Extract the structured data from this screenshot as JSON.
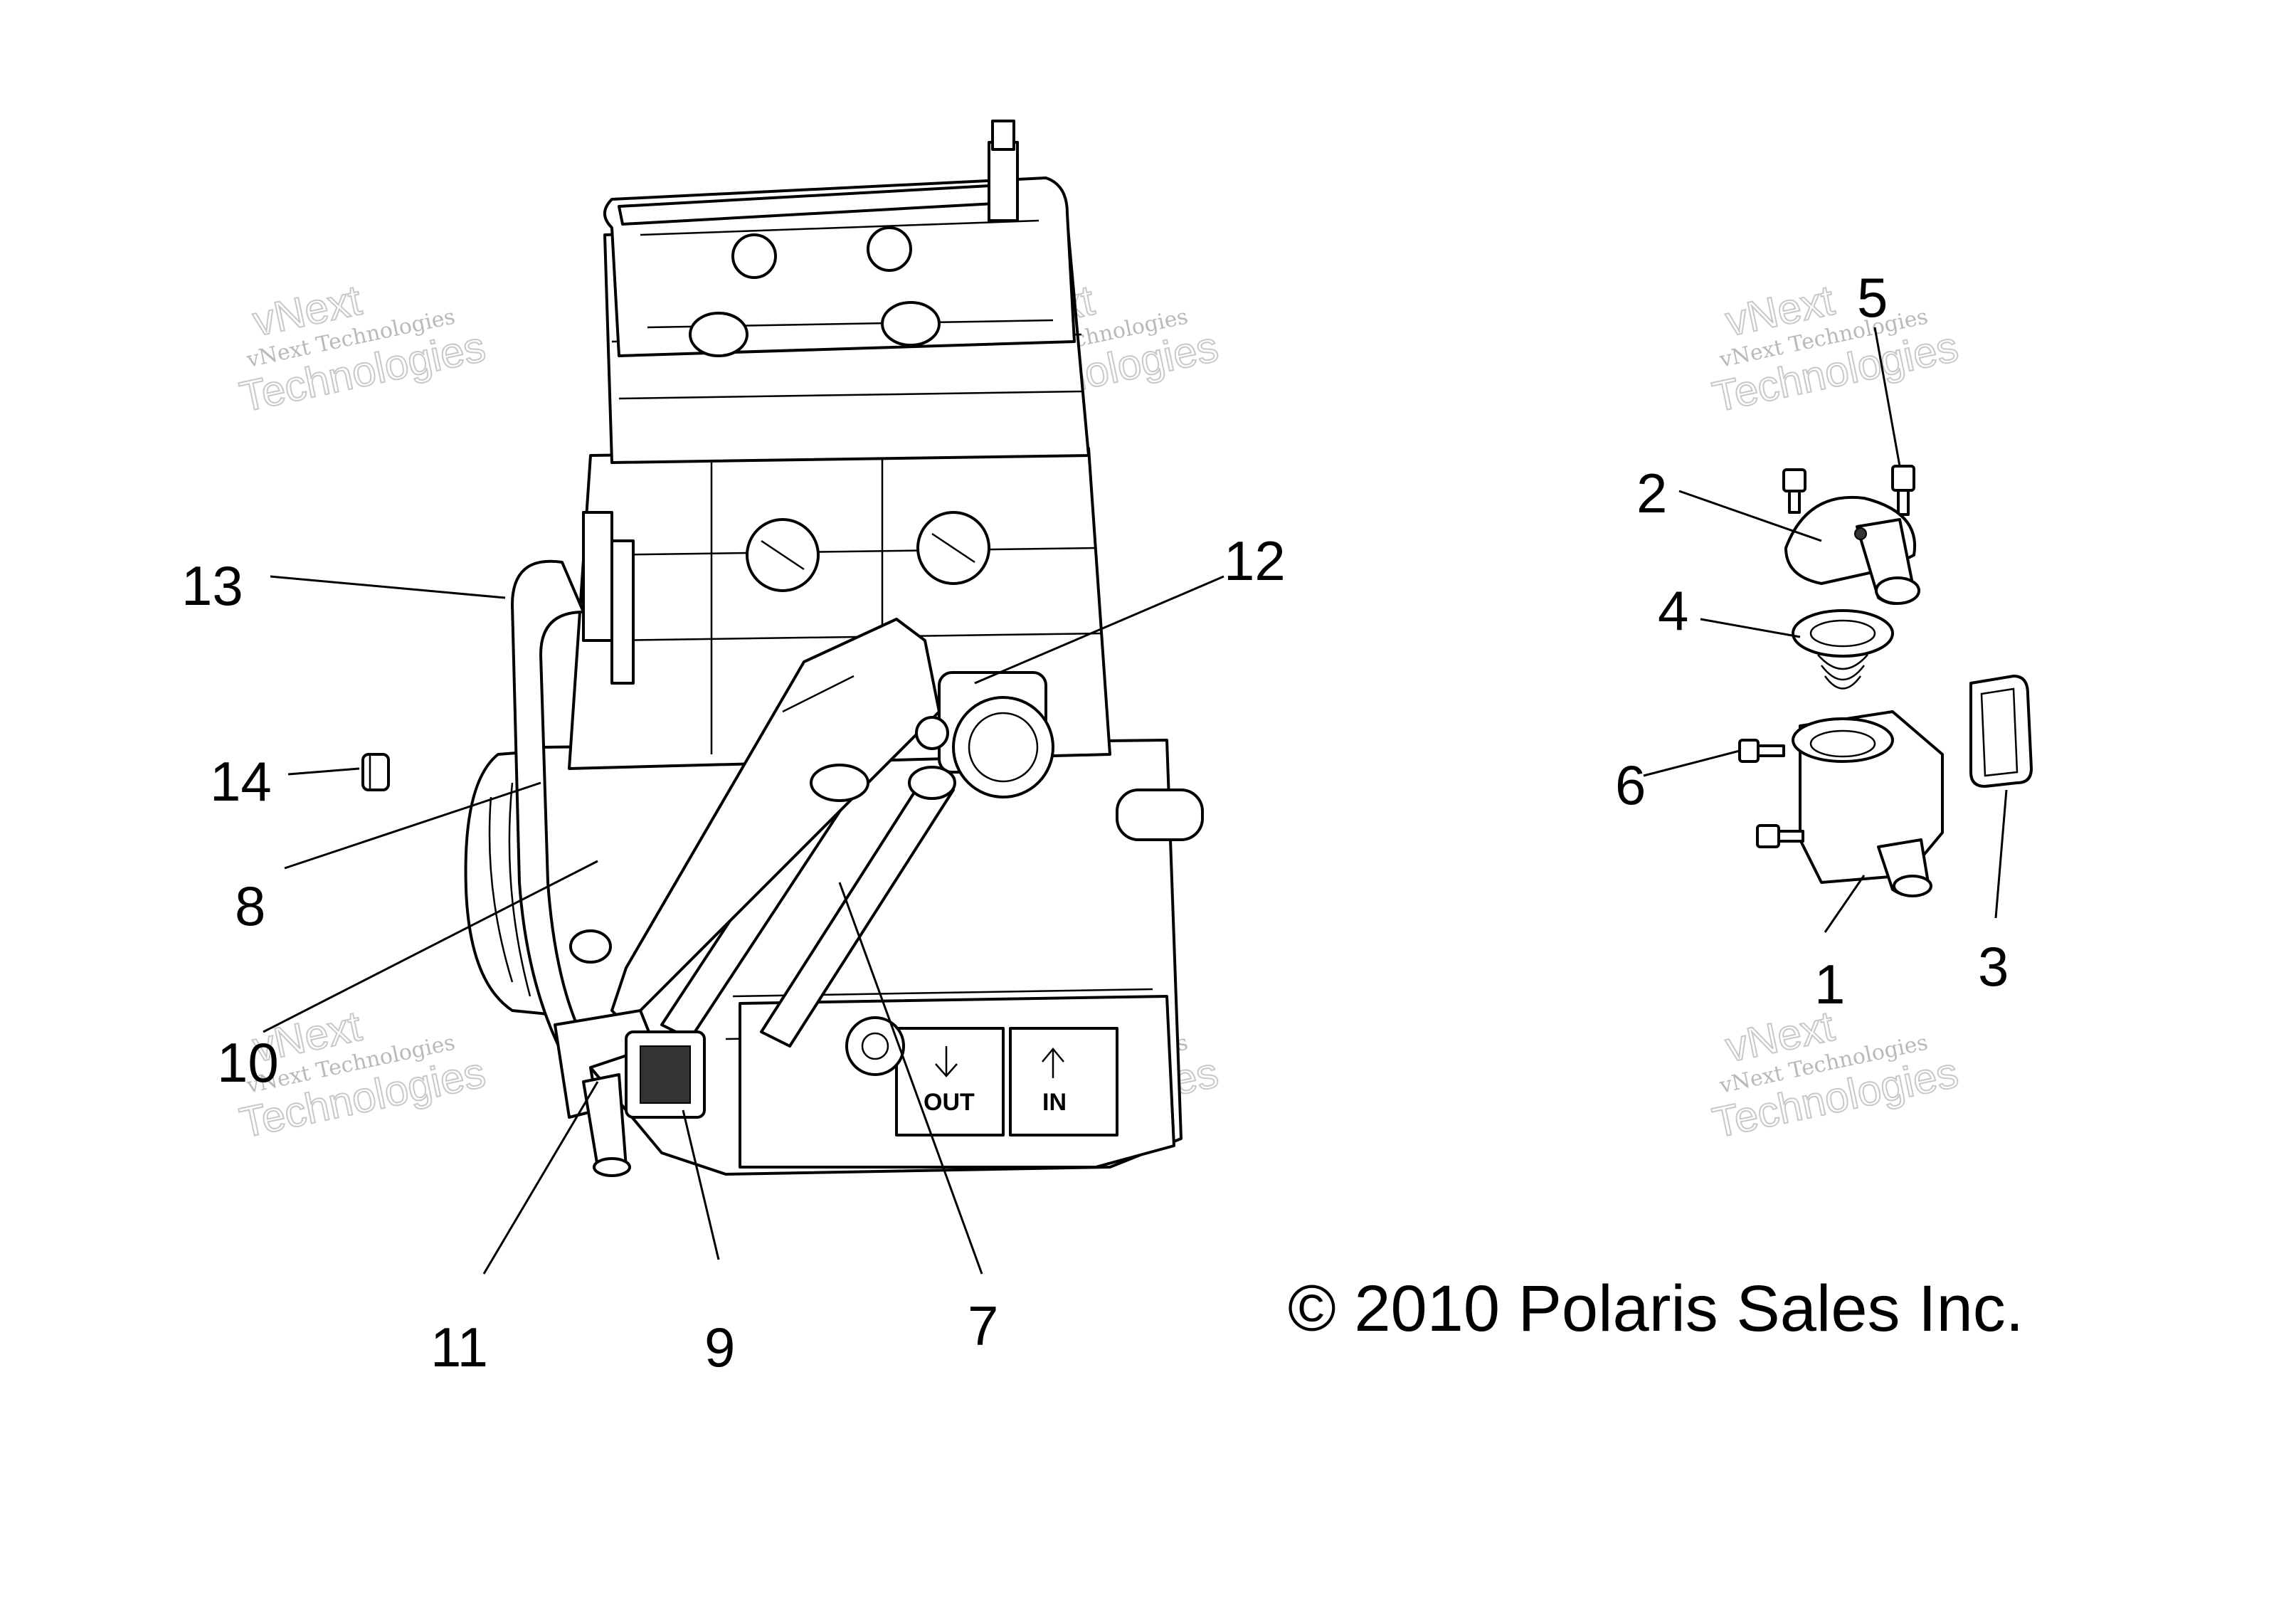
{
  "diagram": {
    "callouts": [
      {
        "id": "1",
        "label": "1"
      },
      {
        "id": "2",
        "label": "2"
      },
      {
        "id": "3",
        "label": "3"
      },
      {
        "id": "4",
        "label": "4"
      },
      {
        "id": "5",
        "label": "5"
      },
      {
        "id": "6",
        "label": "6"
      },
      {
        "id": "7",
        "label": "7"
      },
      {
        "id": "8",
        "label": "8"
      },
      {
        "id": "9",
        "label": "9"
      },
      {
        "id": "10",
        "label": "10"
      },
      {
        "id": "11",
        "label": "11"
      },
      {
        "id": "12",
        "label": "12"
      },
      {
        "id": "13",
        "label": "13"
      },
      {
        "id": "14",
        "label": "14"
      }
    ],
    "copyright": "© 2010 Polaris Sales Inc.",
    "stamps": {
      "out": "OUT",
      "in": "IN"
    },
    "watermark": {
      "line1": "vNext Technologies",
      "line2": "vNext",
      "line3": "Technologies"
    }
  }
}
